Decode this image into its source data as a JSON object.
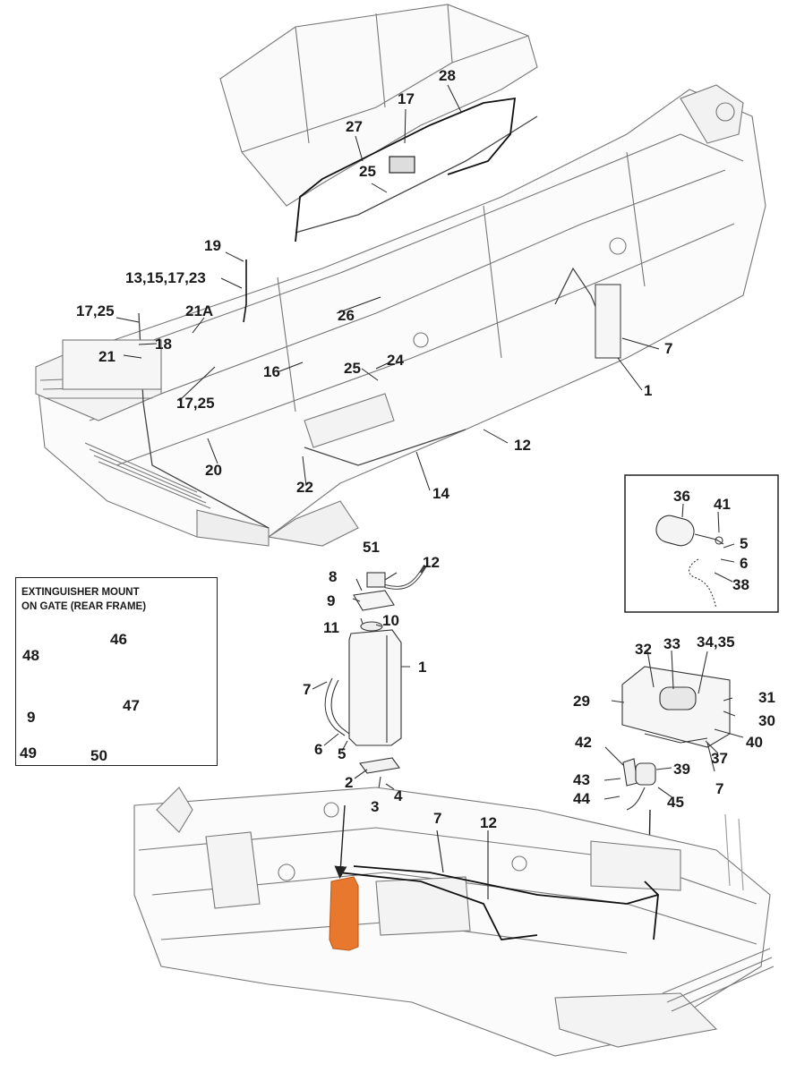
{
  "inset_extinguisher": {
    "title_line1": "EXTINGUISHER MOUNT",
    "title_line2": "ON GATE (REAR FRAME)"
  },
  "callouts": {
    "c28": "28",
    "c17_top": "17",
    "c27": "27",
    "c25_top": "25",
    "c19": "19",
    "c13_15_17_23": "13,15,17,23",
    "c17_25_a": "17,25",
    "c21A": "21A",
    "c18": "18",
    "c21": "21",
    "c26": "26",
    "c16": "16",
    "c25_mid": "25",
    "c24": "24",
    "c7_top": "7",
    "c1_top": "1",
    "c17_25_b": "17,25",
    "c12_top": "12",
    "c20": "20",
    "c22": "22",
    "c14": "14",
    "c36": "36",
    "c41": "41",
    "c5_r": "5",
    "c6_r": "6",
    "c38": "38",
    "c51": "51",
    "c12_mid": "12",
    "c8": "8",
    "c9_mid": "9",
    "c11": "11",
    "c10": "10",
    "c1_mid": "1",
    "c7_mid": "7",
    "c6_mid": "6",
    "c5_mid": "5",
    "c2": "2",
    "c4": "4",
    "c3": "3",
    "c46": "46",
    "c48": "48",
    "c47": "47",
    "c9_inset": "9",
    "c49": "49",
    "c50": "50",
    "c32": "32",
    "c33": "33",
    "c34_35": "34,35",
    "c29": "29",
    "c31": "31",
    "c30": "30",
    "c40": "40",
    "c37": "37",
    "c7_r": "7",
    "c42": "42",
    "c39": "39",
    "c43": "43",
    "c44": "44",
    "c45": "45",
    "c7_bot": "7",
    "c12_bot": "12"
  },
  "colors": {
    "highlight": "#e8782e",
    "line": "#333333",
    "frame_line": "#666666"
  }
}
